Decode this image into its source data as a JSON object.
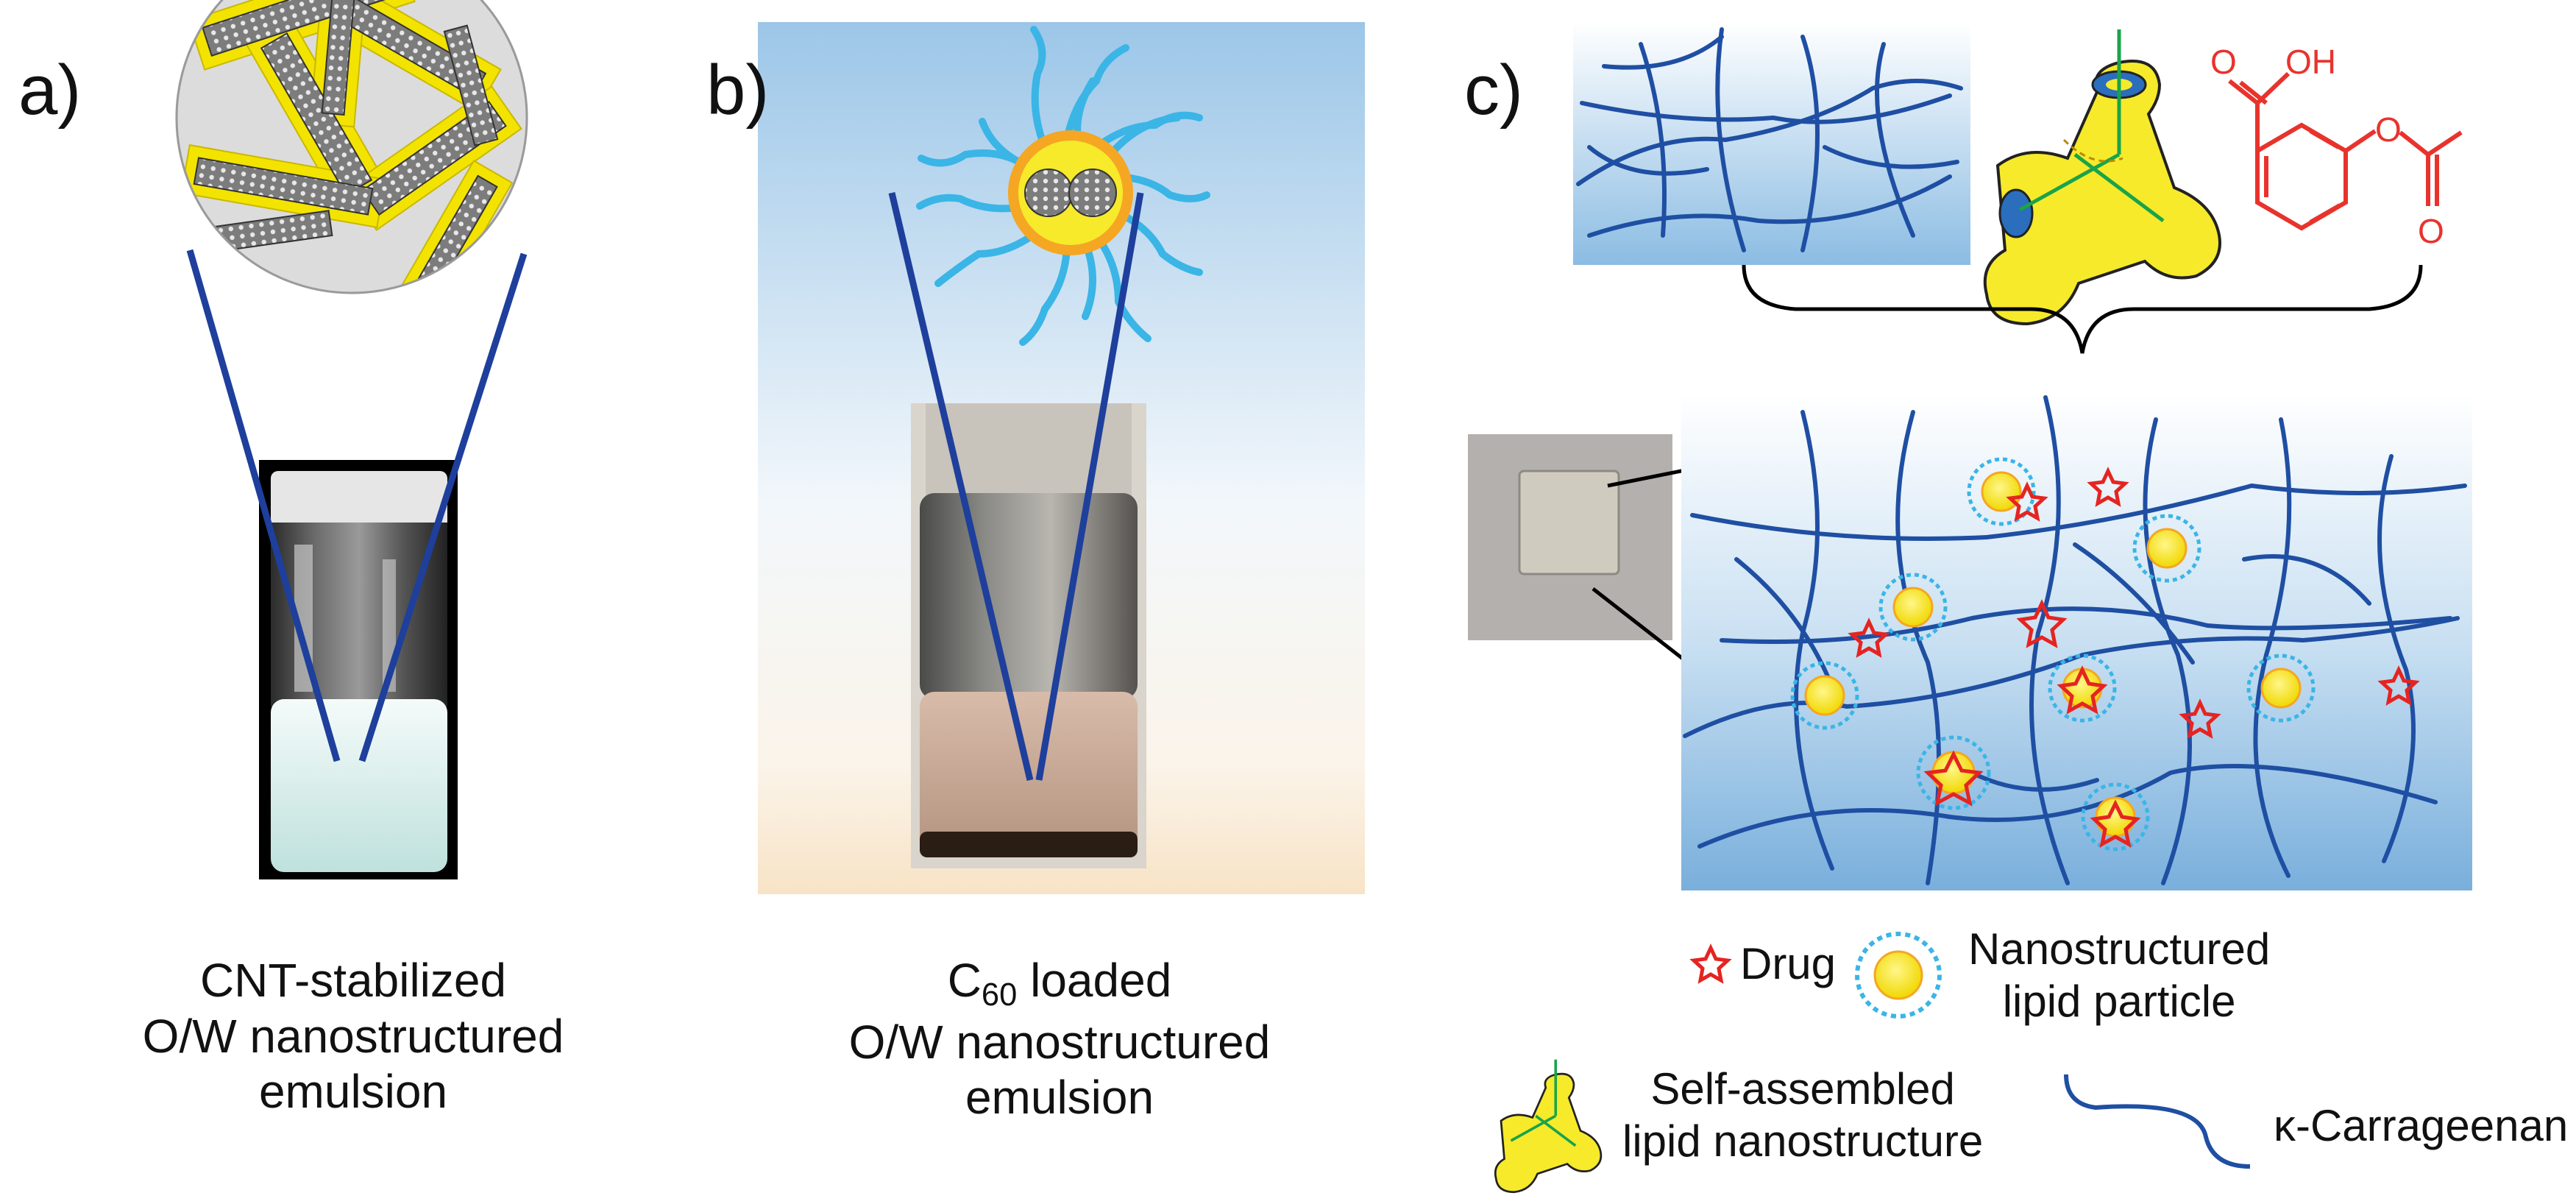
{
  "panels": {
    "a": {
      "label": "a)",
      "caption_lines": [
        "CNT-stabilized",
        "O/W nanostructured",
        "emulsion"
      ]
    },
    "b": {
      "label": "b)",
      "caption_c": "C",
      "caption_sub": "60",
      "caption_rest": " loaded",
      "caption_lines": [
        "O/W nanostructured",
        "emulsion"
      ]
    },
    "c": {
      "label": "c)",
      "molecule_labels": {
        "o_top": "O",
        "oh": "OH",
        "o_ring": "O",
        "o_bottom": "O"
      },
      "legend": {
        "drug": "Drug",
        "particle_line1": "Nanostructured",
        "particle_line2": "lipid particle",
        "self_assembled_line1": "Self-assembled",
        "self_assembled_line2": "lipid nanostructure",
        "carrageenan": "κ-Carrageenan"
      }
    }
  },
  "colors": {
    "fiber": "#1f4fa3",
    "gel_bg_top": "#ffffff",
    "gel_bg_bottom": "#7fb2dd",
    "lipid_yellow": "#f6ea2b",
    "lipid_tail": "#3ab5e6",
    "drug_red": "#e52421",
    "molecule_red": "#e8332d",
    "shell_orange": "#f5a623"
  },
  "icons": [
    "cnt-circle-image",
    "vial-photo",
    "c60-micelle",
    "gel-film-photo",
    "lipid-particle-icon",
    "drug-star-icon",
    "lipid-nanostructure-icon",
    "carrageenan-strand-icon",
    "aspirin-molecule"
  ]
}
